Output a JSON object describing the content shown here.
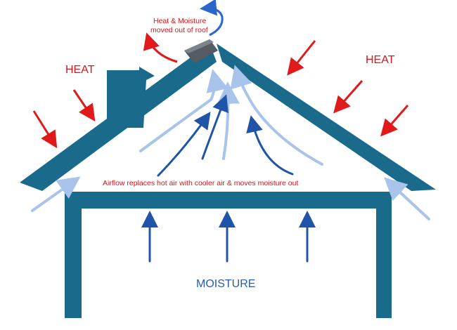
{
  "labels": {
    "heat_left": "HEAT",
    "heat_right": "HEAT",
    "moisture": "MOISTURE",
    "top_line1": "Heat & Moisture",
    "top_line2": "moved out of roof",
    "airflow": "Airflow replaces hot air with cooler air & moves moisture out"
  },
  "colors": {
    "structure": "#1a6a8c",
    "heat_arrow": "#e01a1a",
    "dark_airflow": "#1f54a8",
    "light_airflow": "#a8c4ea",
    "text_red": "#d8141e",
    "vent": "#555b62"
  }
}
